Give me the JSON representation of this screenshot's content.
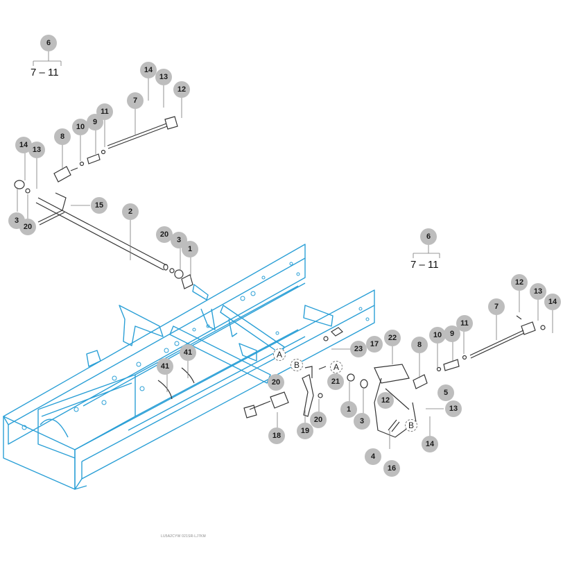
{
  "diagram": {
    "title": "Frame and pedal linkage exploded parts diagram",
    "colors": {
      "frame": "#2a9fd6",
      "parts": "#333333",
      "callout_bg": "#bdbdbd",
      "callout_text": "#1a1a1a"
    },
    "groups": [
      {
        "id": "group-left",
        "parent": "6",
        "range_start": "7",
        "range_sep": "–",
        "range_end": "11"
      },
      {
        "id": "group-right",
        "parent": "6",
        "range_start": "7",
        "range_sep": "–",
        "range_end": "11"
      }
    ],
    "callouts": [
      {
        "id": "c-l-14a",
        "label": "14"
      },
      {
        "id": "c-l-13a",
        "label": "13"
      },
      {
        "id": "c-l-12",
        "label": "12"
      },
      {
        "id": "c-l-7",
        "label": "7"
      },
      {
        "id": "c-l-11",
        "label": "11"
      },
      {
        "id": "c-l-10",
        "label": "10"
      },
      {
        "id": "c-l-9",
        "label": "9"
      },
      {
        "id": "c-l-8",
        "label": "8"
      },
      {
        "id": "c-l-14b",
        "label": "14"
      },
      {
        "id": "c-l-13b",
        "label": "13"
      },
      {
        "id": "c-l-3",
        "label": "3"
      },
      {
        "id": "c-l-20",
        "label": "20"
      },
      {
        "id": "c-l-15",
        "label": "15"
      },
      {
        "id": "c-2",
        "label": "2"
      },
      {
        "id": "c-m-20",
        "label": "20"
      },
      {
        "id": "c-m-3",
        "label": "3"
      },
      {
        "id": "c-m-1",
        "label": "1"
      },
      {
        "id": "c-41a",
        "label": "41"
      },
      {
        "id": "c-41b",
        "label": "41"
      },
      {
        "id": "c-23",
        "label": "23"
      },
      {
        "id": "c-17",
        "label": "17"
      },
      {
        "id": "c-22",
        "label": "22"
      },
      {
        "id": "c-c-20a",
        "label": "20"
      },
      {
        "id": "c-21",
        "label": "21"
      },
      {
        "id": "c-c-1",
        "label": "1"
      },
      {
        "id": "c-c-3",
        "label": "3"
      },
      {
        "id": "c-c-12",
        "label": "12"
      },
      {
        "id": "c-18",
        "label": "18"
      },
      {
        "id": "c-19",
        "label": "19"
      },
      {
        "id": "c-c-20b",
        "label": "20"
      },
      {
        "id": "c-4",
        "label": "4"
      },
      {
        "id": "c-16",
        "label": "16"
      },
      {
        "id": "c-r-8",
        "label": "8"
      },
      {
        "id": "c-r-10",
        "label": "10"
      },
      {
        "id": "c-r-9",
        "label": "9"
      },
      {
        "id": "c-r-11",
        "label": "11"
      },
      {
        "id": "c-r-7",
        "label": "7"
      },
      {
        "id": "c-r-12",
        "label": "12"
      },
      {
        "id": "c-r-13a",
        "label": "13"
      },
      {
        "id": "c-r-14a",
        "label": "14"
      },
      {
        "id": "c-r-5",
        "label": "5"
      },
      {
        "id": "c-r-13b",
        "label": "13"
      },
      {
        "id": "c-r-14b",
        "label": "14"
      }
    ],
    "reference_letters": [
      {
        "id": "ref-a1",
        "label": "A"
      },
      {
        "id": "ref-b1",
        "label": "B"
      },
      {
        "id": "ref-a2",
        "label": "A"
      },
      {
        "id": "ref-b2",
        "label": "B"
      }
    ],
    "footer_code": "LU5A2CYW 021SR-LJ7KM"
  }
}
